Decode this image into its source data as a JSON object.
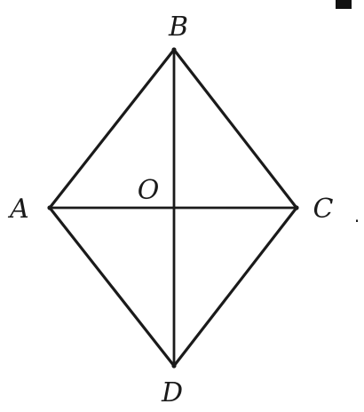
{
  "labels": {
    "A": "A",
    "B": "B",
    "C": "C",
    "D": "D",
    "O": "O",
    "period": "."
  },
  "colors": {
    "stroke": "#1a1a1a",
    "background": "#ffffff"
  }
}
